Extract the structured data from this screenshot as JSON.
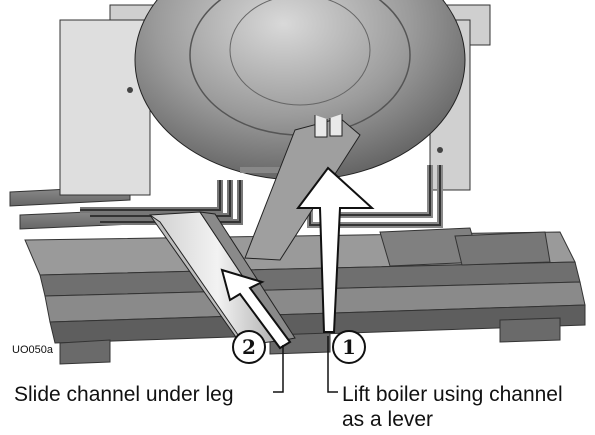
{
  "figure_ref": "UO050a",
  "callouts": [
    {
      "number": "1",
      "text_line1": "Lift boiler using channel",
      "text_line2": "as a lever"
    },
    {
      "number": "2",
      "text_line1": "Slide channel under leg"
    }
  ],
  "colors": {
    "ink": "#111111",
    "metal_light": "#e6e6e6",
    "metal_mid": "#a9a9a9",
    "metal_dark": "#6f6f6f",
    "wood": "#7d7d7d",
    "wood_dark": "#555555"
  }
}
